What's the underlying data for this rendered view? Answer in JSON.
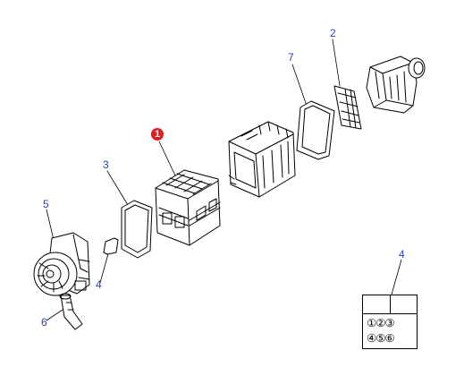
{
  "diagram": {
    "highlighted_part": "1",
    "callouts": [
      "2",
      "7",
      "3",
      "5",
      "4",
      "6",
      "4"
    ],
    "legend": {
      "row1": "①②③",
      "row2": "④⑤⑥"
    },
    "colors": {
      "callout": "#2a3fc4",
      "highlight": "#e31b1b",
      "line": "#000000"
    }
  }
}
